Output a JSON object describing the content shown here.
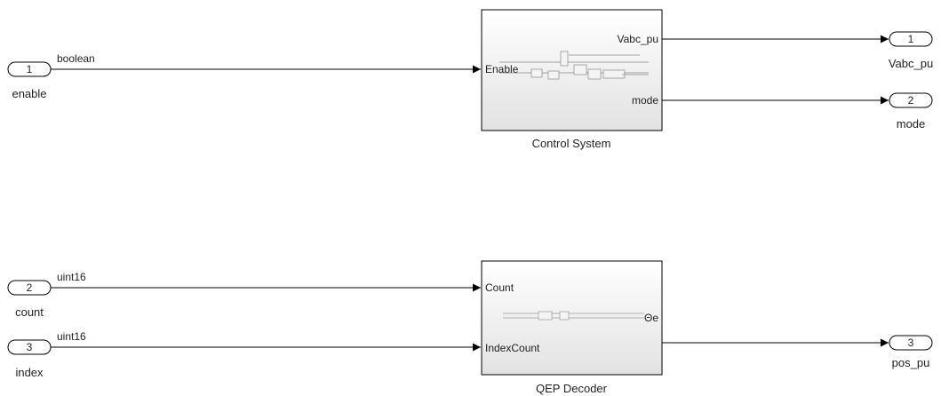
{
  "inports": [
    {
      "number": "1",
      "name": "enable",
      "signal_type": "boolean"
    },
    {
      "number": "2",
      "name": "count",
      "signal_type": "uint16"
    },
    {
      "number": "3",
      "name": "index",
      "signal_type": "uint16"
    }
  ],
  "outports": [
    {
      "number": "1",
      "name": "Vabc_pu"
    },
    {
      "number": "2",
      "name": "mode"
    },
    {
      "number": "3",
      "name": "pos_pu"
    }
  ],
  "subsystems": [
    {
      "name": "Control System",
      "inputs": [
        "Enable"
      ],
      "outputs": [
        "Vabc_pu",
        "mode"
      ]
    },
    {
      "name": "QEP Decoder",
      "inputs": [
        "Count",
        "IndexCount"
      ],
      "outputs": [
        "Θe"
      ]
    }
  ],
  "colors": {
    "line": "#000000",
    "block_border": "#000000",
    "block_fill_top": "#ffffff",
    "block_fill_bottom": "#e4e4e4",
    "preview": "#9a9a9a"
  }
}
